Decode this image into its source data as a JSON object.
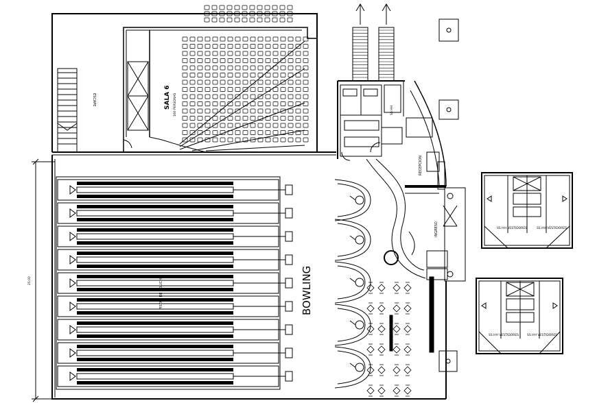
{
  "plan": {
    "labels": {
      "sala": "SALA 6",
      "sala_capacity": "160 PERSONAS",
      "bowling": "BOWLING",
      "lanes_label": "PISTAS DE BOLICHE",
      "escape": "ESCAPE",
      "ingreso": "INGRESO",
      "recepcion": "RECEPCION",
      "ss_hh": "SS HH",
      "ss_hh_vestidores": "SS HH VESTIDORES",
      "dimension": "25.00"
    },
    "lane_count": 9,
    "colors": {
      "line": "#000000",
      "background": "#ffffff"
    }
  }
}
